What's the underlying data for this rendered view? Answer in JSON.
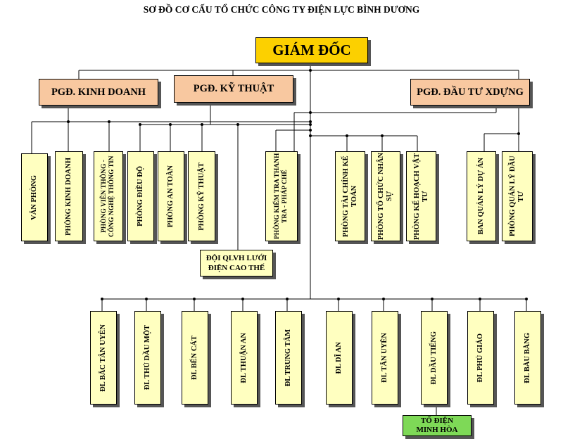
{
  "title": "SƠ ĐỒ CƠ CẤU TỔ CHỨC CÔNG TY ĐIỆN LỰC BÌNH DƯƠNG",
  "director": "GIÁM ĐỐC",
  "deputies": {
    "business": "PGĐ. KINH DOANH",
    "technical": "PGĐ. KỸ THUẬT",
    "investment": "PGĐ. ĐẦU TƯ XDỰNG"
  },
  "departments": {
    "van_phong": "VĂN PHÒNG",
    "kinh_doanh": "PHÒNG KINH DOANH",
    "vien_thong": "PHÒNG VIỄN THÔNG - CÔNG NGHỆ THÔNG TIN",
    "dieu_do": "PHÒNG ĐIỀU ĐỘ",
    "an_toan": "PHÒNG AN TOÀN",
    "ky_thuat": "PHÒNG KỸ THUẬT",
    "kiem_tra": "PHÒNG KIỂM TRA THANH TRA - PHÁP CHẾ",
    "tai_chinh": "PHÒNG TÀI CHÍNH KẾ TOÁN",
    "to_chuc": "PHÒNG TỔ CHỨC NHÂN SỰ",
    "ke_hoach": "PHÒNG KẾ HOẠCH VẬT TƯ",
    "ban_qlda": "BAN QUẢN LÝ DỰ ÁN",
    "ql_dau_tu": "PHÒNG QUẢN LÝ ĐẦU TƯ"
  },
  "qlvh": "ĐỘI QLVH LƯỚI ĐIỆN CAO THẾ",
  "branches": {
    "bac_tan_uyen": "ĐL BẮC TÂN UYÊN",
    "thu_dau_mot": "ĐL THỦ DẦU MỘT",
    "ben_cat": "ĐL BẾN CÁT",
    "thuan_an": "ĐL THUẬN AN",
    "trung_tam": "ĐL TRUNG TÂM",
    "di_an": "ĐL DĨ AN",
    "tan_uyen": "ĐL TÂN UYÊN",
    "dau_tieng": "ĐL DẦU TIẾNG",
    "phu_giao": "ĐL PHÚ GIÁO",
    "bau_bang": "ĐL BÀU BÀNG"
  },
  "to_dien": "TỔ ĐIỆN MINH HÒA",
  "colors": {
    "director": "#fcd000",
    "deputy": "#f8c8a0",
    "unit": "#ffffc0",
    "team": "#7ed957",
    "line": "#000000"
  }
}
